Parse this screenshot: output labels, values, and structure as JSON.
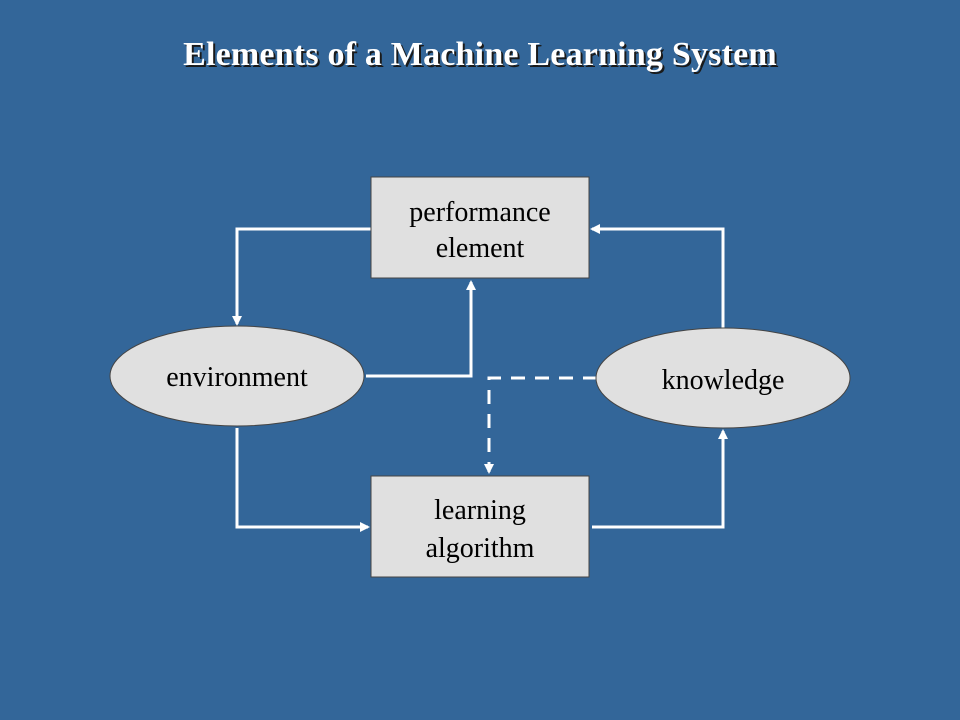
{
  "slide": {
    "title": "Elements of a Machine Learning System",
    "background_color": "#336699",
    "node_fill_color": "#e0e0e0",
    "connector_color": "#ffffff"
  },
  "nodes": {
    "performance_element": {
      "shape": "rectangle",
      "line1": "performance",
      "line2": "element"
    },
    "environment": {
      "shape": "ellipse",
      "label": "environment"
    },
    "knowledge": {
      "shape": "ellipse",
      "label": "knowledge"
    },
    "learning_algorithm": {
      "shape": "rectangle",
      "line1": "learning",
      "line2": "algorithm"
    }
  },
  "edges": [
    {
      "from": "performance element",
      "to": "environment",
      "style": "solid"
    },
    {
      "from": "environment",
      "to": "performance element",
      "style": "solid"
    },
    {
      "from": "knowledge",
      "to": "performance element",
      "style": "solid"
    },
    {
      "from": "environment",
      "to": "learning algorithm",
      "style": "solid"
    },
    {
      "from": "learning algorithm",
      "to": "knowledge",
      "style": "solid"
    },
    {
      "from": "knowledge",
      "to": "learning algorithm",
      "style": "dashed"
    }
  ]
}
